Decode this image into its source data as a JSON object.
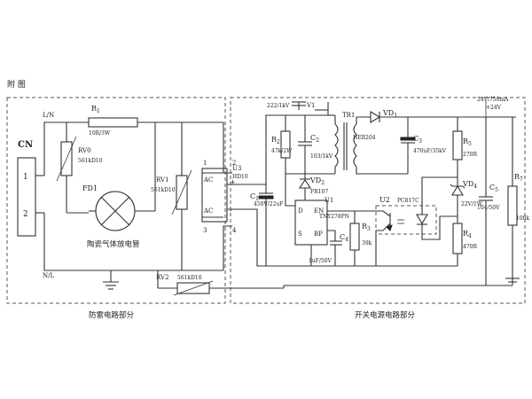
{
  "figure_label": "附 图",
  "sections": {
    "left_caption": "防雷电路部分",
    "right_caption": "开关电源电路部分"
  },
  "connector": {
    "name": "CN",
    "pin1": "1",
    "pin2": "2"
  },
  "lines": {
    "live": "L/N",
    "neutral": "N/L"
  },
  "components": {
    "R1": {
      "ref": "R",
      "sub": "1",
      "value": "10R/3W"
    },
    "RV0": {
      "ref": "RV0",
      "value": "561kD10"
    },
    "FD1": {
      "ref": "FD1",
      "desc": "陶瓷气体放电管"
    },
    "RV1": {
      "ref": "RV1",
      "value": "561kD10"
    },
    "RV2": {
      "ref": "RV2",
      "value": "561kD10"
    },
    "U3": {
      "ref": "U3",
      "value": "HD10",
      "ac1": "AC",
      "ac2": "AC",
      "plus": "+",
      "minus": "-",
      "pin1": "1",
      "pin2": "2",
      "pin3": "3",
      "pin4": "4"
    },
    "C1": {
      "ref": "C",
      "sub": "1",
      "value": "450V/22uF"
    },
    "C_top": {
      "value": "222/1kV"
    },
    "V1": {
      "ref": "V1"
    },
    "R2": {
      "ref": "R",
      "sub": "2",
      "value": "47k/2W"
    },
    "C2": {
      "ref": "C",
      "sub": "2",
      "value": "103/1kV"
    },
    "VD2": {
      "ref": "VD",
      "sub": "2",
      "value": "FR107"
    },
    "U1": {
      "ref": "U1",
      "part": "TNY278PN",
      "pin_d": "D",
      "pin_en": "EN",
      "pin_s": "S",
      "pin_bp": "BP"
    },
    "C4": {
      "ref": "C",
      "sub": "4",
      "value": "1uF/50V"
    },
    "TR1": {
      "ref": "TR1"
    },
    "VD1": {
      "ref": "VD",
      "sub": "1",
      "value": "HER204"
    },
    "C3": {
      "ref": "C",
      "sub": "3",
      "value": "470uF/35kV"
    },
    "R3": {
      "ref": "R",
      "sub": "3",
      "value": "39k"
    },
    "U2": {
      "ref": "U2",
      "part": "PC817C"
    },
    "R5": {
      "ref": "R",
      "sub": "5",
      "value": "270R"
    },
    "VD4": {
      "ref": "VD",
      "sub": "4",
      "value": "22V/1W"
    },
    "R4": {
      "ref": "R",
      "sub": "4",
      "value": "470R"
    },
    "C5": {
      "ref": "C",
      "sub": "5",
      "value": "104/50V"
    },
    "R7": {
      "ref": "R",
      "sub": "7",
      "value": "100k"
    },
    "output": {
      "rating": "24V/750mA",
      "voltage": "+24V"
    }
  }
}
